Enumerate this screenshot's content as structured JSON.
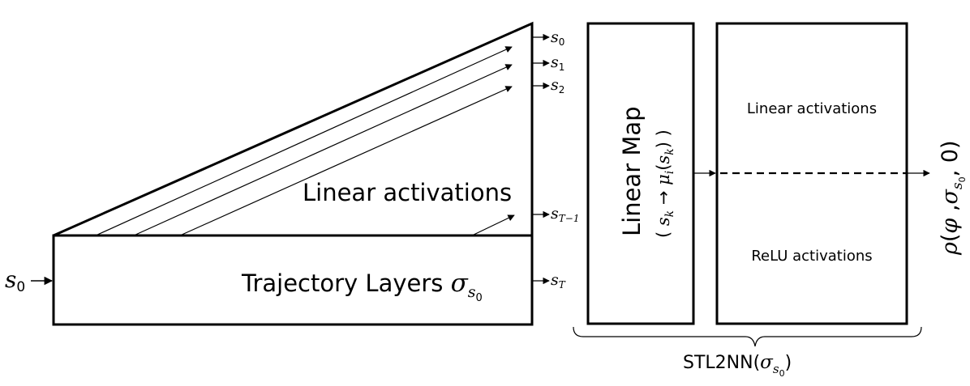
{
  "trajectory": {
    "input_label": "s",
    "input_sub": "0",
    "title_text": "Trajectory Layers ",
    "sigma": "σ",
    "sigma_sub": "s",
    "sigma_subsub": "0"
  },
  "linear_triangle": {
    "label": "Linear activations"
  },
  "outputs": [
    {
      "base": "s",
      "sub": "0"
    },
    {
      "base": "s",
      "sub": "1"
    },
    {
      "base": "s",
      "sub": "2"
    },
    {
      "base": "s",
      "sub": "T−1"
    },
    {
      "base": "s",
      "sub": "T"
    }
  ],
  "linear_map": {
    "title": "Linear Map",
    "mapping_open": "( ",
    "mapping_s": "s",
    "mapping_k": "k",
    "mapping_arrow": " → ",
    "mapping_mu": "μ",
    "mapping_i": "i",
    "mapping_paren_open": "(",
    "mapping_s2": "s",
    "mapping_k2": "k",
    "mapping_close": ") )"
  },
  "activation_block": {
    "top_label": "Linear activations",
    "bottom_label": "ReLU activations"
  },
  "output_rho": {
    "rho": "ρ",
    "open": "(",
    "phi": "φ",
    "comma1": " ,",
    "sigma": "σ",
    "sigma_sub": "s",
    "sigma_subsub": "0",
    "tail": ", 0)"
  },
  "network": {
    "label": "STL2NN(",
    "sigma": "σ",
    "sigma_sub": "s",
    "sigma_subsub": "0",
    "close": ")"
  }
}
